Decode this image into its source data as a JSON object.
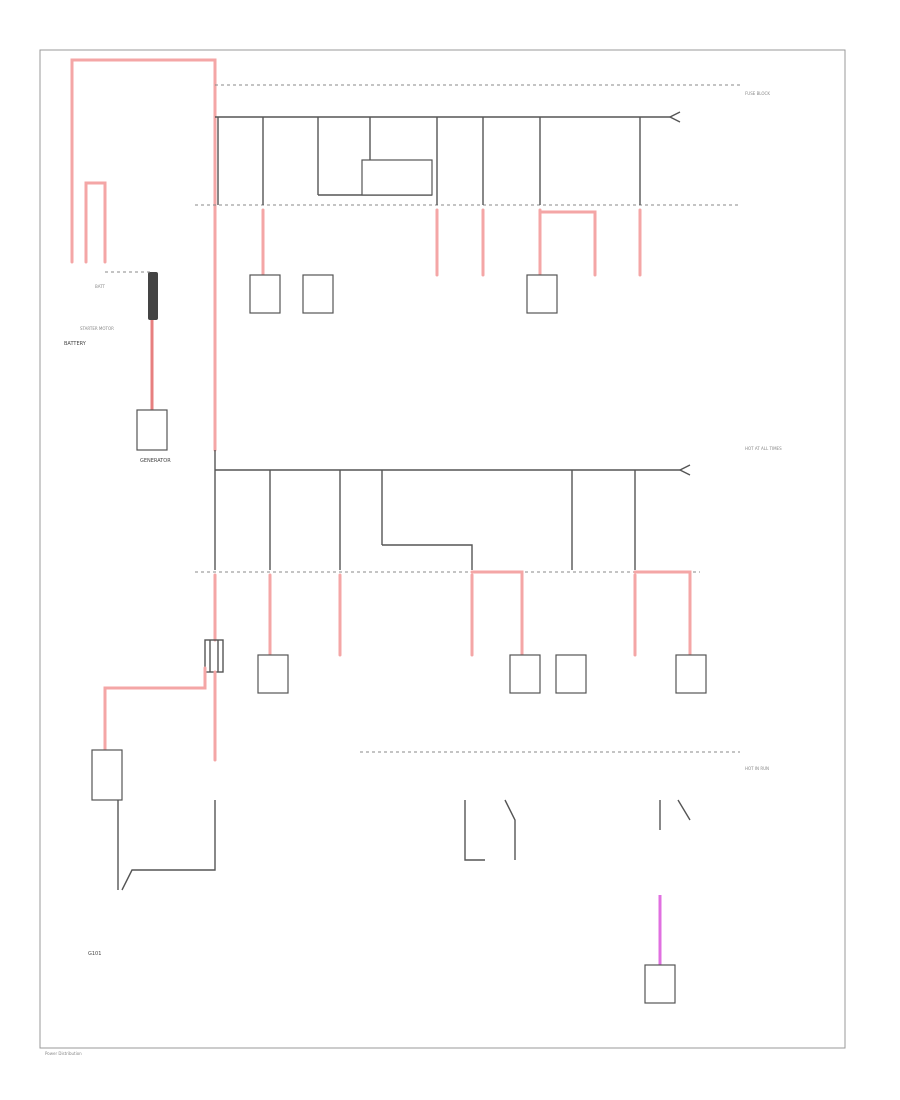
{
  "diagram": {
    "labels": {
      "battery": "BATTERY",
      "starter": "STARTER MOTOR",
      "generator": "GENERATOR",
      "batt": "BATT",
      "fuse_block": "FUSE BLOCK",
      "hot_at_all_times": "HOT AT ALL TIMES",
      "hot_in_run": "HOT IN RUN",
      "ground": "G101",
      "page_ref": "Power Distribution"
    }
  }
}
